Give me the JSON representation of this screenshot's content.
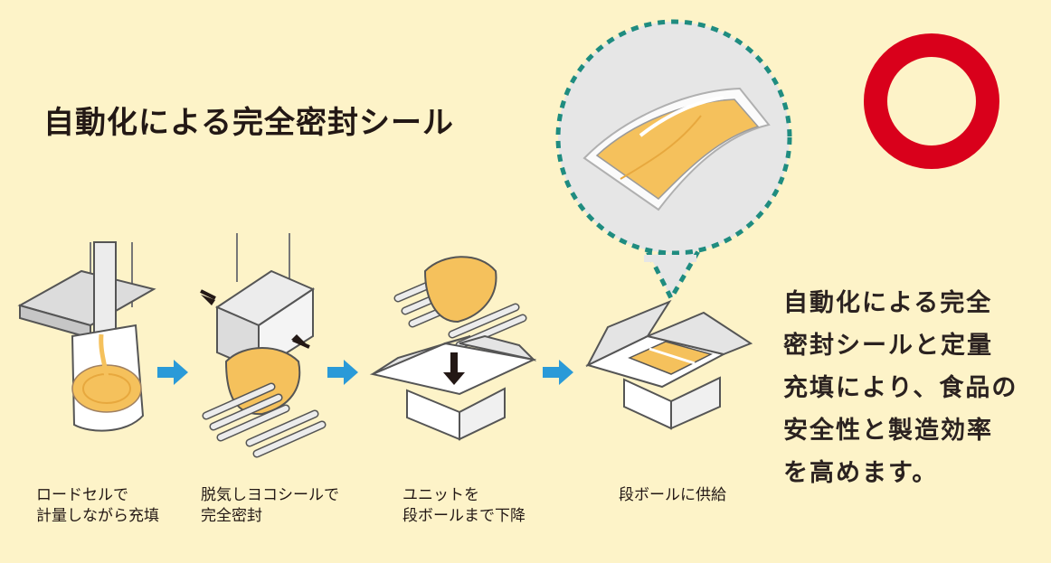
{
  "title": "自動化による完全密封シール",
  "description": [
    "自動化による完全",
    "密封シールと定量",
    "充填により、食品の",
    "安全性と製造効率",
    "を高めます。"
  ],
  "steps": [
    {
      "lines": [
        "ロードセルで",
        "計量しながら充填"
      ]
    },
    {
      "lines": [
        "脱気しヨコシールで",
        "完全密封"
      ]
    },
    {
      "lines": [
        "ユニットを",
        "段ボールまで下降"
      ]
    },
    {
      "lines": [
        "段ボールに供給"
      ]
    }
  ],
  "colors": {
    "background": "#fdf3c8",
    "arrow": "#2a9ad8",
    "ring": "#d9001b",
    "bubble_border": "#1f8c80",
    "package": "#f5c15c"
  },
  "icons": [
    "flow-arrow-icon",
    "ok-circle-icon"
  ]
}
